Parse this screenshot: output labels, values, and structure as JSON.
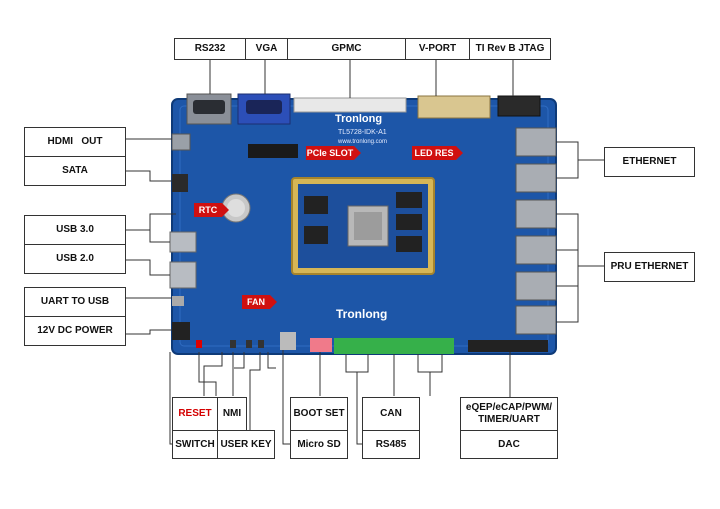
{
  "labels": {
    "rs232": "RS232",
    "vga": "VGA",
    "gpmc": "GPMC",
    "vport": "V-PORT",
    "jtag": "TI Rev B JTAG",
    "hdmi_out": "HDMI   OUT",
    "sata": "SATA",
    "usb30": "USB 3.0",
    "usb20": "USB 2.0",
    "uart_to_usb": "UART TO USB",
    "dc_power": "12V DC POWER",
    "ethernet": "ETHERNET",
    "pru_ethernet": "PRU ETHERNET",
    "reset": "RESET",
    "nmi": "NMI",
    "switch": "SWITCH",
    "user_key": "USER KEY",
    "boot_set": "BOOT SET",
    "micro_sd": "Micro SD",
    "can": "CAN",
    "rs485": "RS485",
    "eqep_line1": "eQEP/eCAP/PWM/",
    "eqep_line2": "TIMER/UART",
    "dac": "DAC"
  },
  "callouts": {
    "pcie_slot": "PCIe SLOT",
    "led_res": "LED RES",
    "rtc": "RTC",
    "fan": "FAN"
  },
  "board": {
    "brand": "Tronlong",
    "model": "TL5728-IDK-A1",
    "website": "www.tronlong.com",
    "chip_brand": "Tronlong"
  },
  "colors": {
    "board": "#1d56a8",
    "callout": "#d01010",
    "reset_text": "#d40000"
  }
}
